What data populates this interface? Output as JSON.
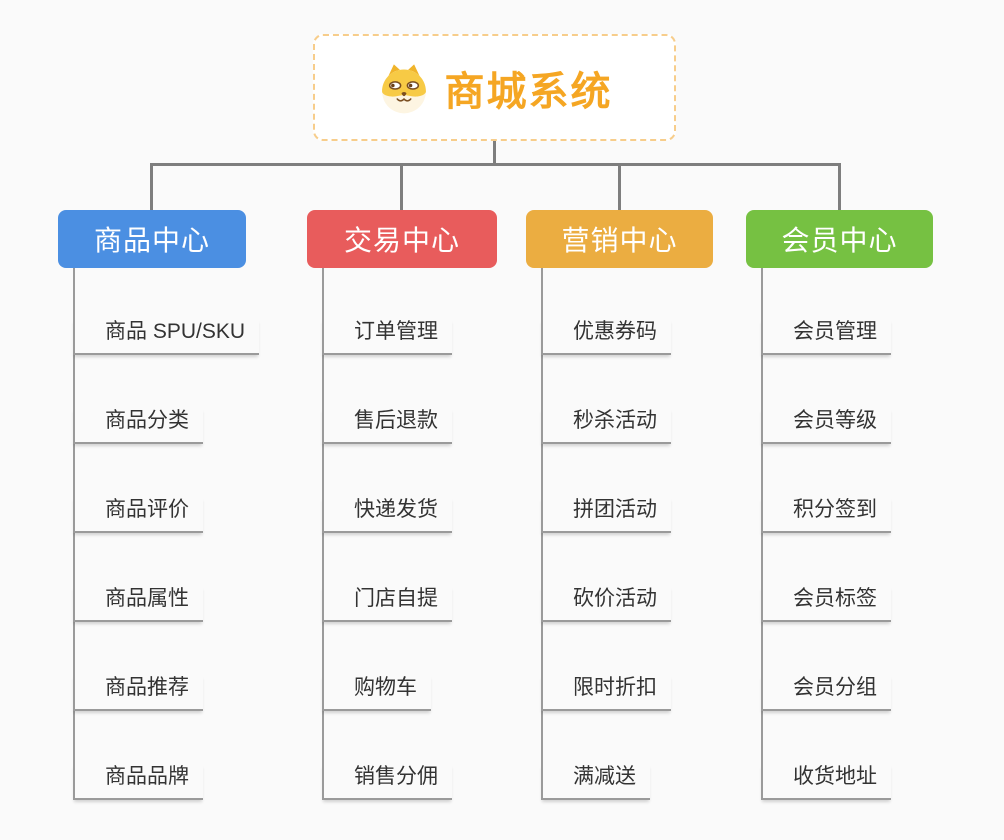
{
  "root": {
    "title": "商城系统",
    "title_color": "#f5a623",
    "border_color": "#f7cd8b",
    "icon": "dog-face-icon"
  },
  "canvas": {
    "background": "#fafafa",
    "connector_color": "#7e7e7e"
  },
  "branches": [
    {
      "label": "商品中心",
      "color": "#4b8fe2",
      "items": [
        "商品 SPU/SKU",
        "商品分类",
        "商品评价",
        "商品属性",
        "商品推荐",
        "商品品牌"
      ]
    },
    {
      "label": "交易中心",
      "color": "#e85c5c",
      "items": [
        "订单管理",
        "售后退款",
        "快递发货",
        "门店自提",
        "购物车",
        "销售分佣"
      ]
    },
    {
      "label": "营销中心",
      "color": "#ebad41",
      "items": [
        "优惠券码",
        "秒杀活动",
        "拼团活动",
        "砍价活动",
        "限时折扣",
        "满减送"
      ]
    },
    {
      "label": "会员中心",
      "color": "#76c142",
      "items": [
        "会员管理",
        "会员等级",
        "积分签到",
        "会员标签",
        "会员分组",
        "收货地址"
      ]
    }
  ]
}
